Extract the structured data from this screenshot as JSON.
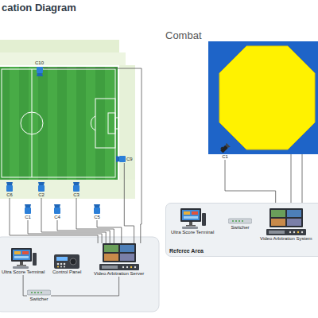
{
  "diagram": {
    "title": "cation Diagram",
    "nodes": [
      {
        "text": [
          "C10"
        ]
      },
      {
        "text": [
          "C9"
        ]
      },
      {
        "text": [
          "C6"
        ]
      },
      {
        "text": [
          "C2"
        ]
      },
      {
        "text": [
          "C3"
        ]
      },
      {
        "text": [
          "C1"
        ]
      },
      {
        "text": [
          "C4"
        ]
      },
      {
        "text": [
          "C5"
        ]
      },
      {
        "text": [
          "Ultra Score Terminal"
        ]
      },
      {
        "text": [
          "Control Panel"
        ]
      },
      {
        "text": [
          "Video Arbitration Server"
        ]
      },
      {
        "text": [
          "Switcher"
        ]
      },
      {
        "text": [
          "C1"
        ]
      },
      {
        "text": [
          "Referee Area"
        ]
      },
      {
        "text": [
          "Ultra Score Terminal"
        ],
        "in": 13
      },
      {
        "text": [
          "Switcher"
        ],
        "in": 13
      },
      {
        "text": [
          "Video Arbitration System"
        ],
        "in": 13
      }
    ],
    "edges": [
      {
        "from": 0,
        "to": 10,
        "arrow": "none"
      },
      {
        "from": 1,
        "to": 10,
        "arrow": "none"
      },
      {
        "from": 2,
        "to": 10,
        "arrow": "none"
      },
      {
        "from": 3,
        "to": 10,
        "arrow": "none"
      },
      {
        "from": 4,
        "to": 10,
        "arrow": "none"
      },
      {
        "from": 5,
        "to": 10,
        "arrow": "none"
      },
      {
        "from": 6,
        "to": 10,
        "arrow": "none"
      },
      {
        "from": 7,
        "to": 10,
        "arrow": "none"
      },
      {
        "from": 8,
        "to": 11,
        "arrow": "none"
      },
      {
        "from": 10,
        "to": 11,
        "arrow": "none"
      },
      {
        "from": 12,
        "to": 16,
        "arrow": "none"
      },
      {
        "from": 14,
        "to": 15,
        "arrow": "none"
      },
      {
        "from": 16,
        "to": 15,
        "arrow": "none"
      }
    ],
    "labels": [
      "Combat"
    ]
  }
}
